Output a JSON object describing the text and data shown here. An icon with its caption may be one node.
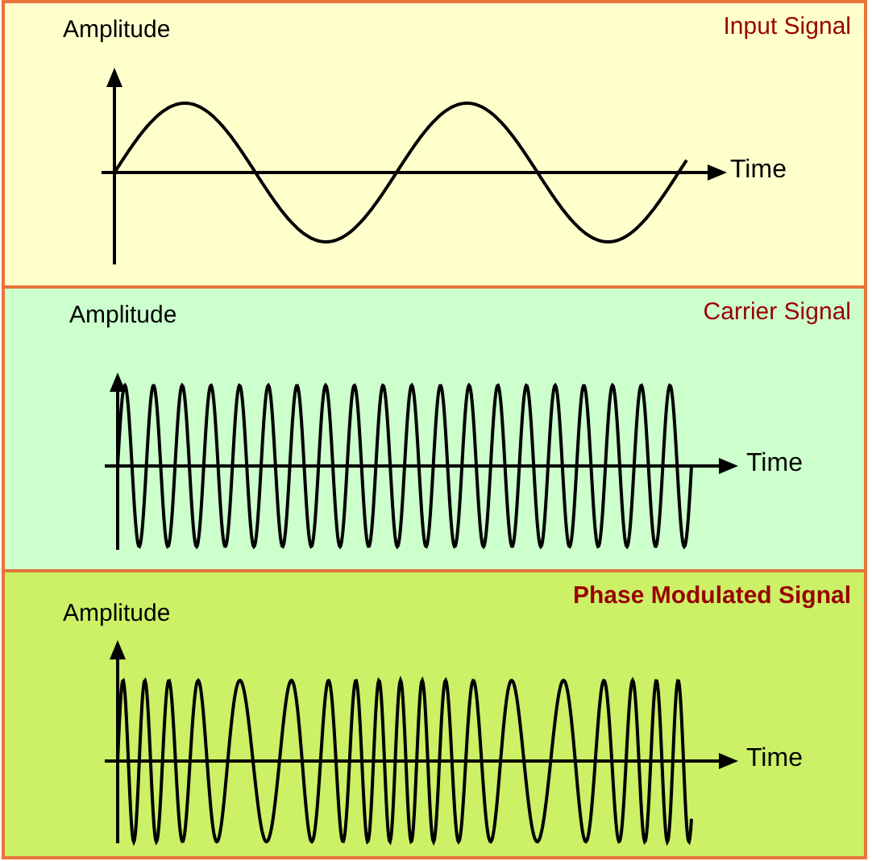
{
  "diagram": {
    "nodes": [
      {
        "text": [
          "Amplitude",
          "Input Signal",
          "Time"
        ]
      },
      {
        "text": [
          "Amplitude",
          "Carrier Signal",
          "Time"
        ]
      },
      {
        "text": [
          "Amplitude",
          "Phase Modulated Signal",
          "Time"
        ]
      }
    ]
  }
}
